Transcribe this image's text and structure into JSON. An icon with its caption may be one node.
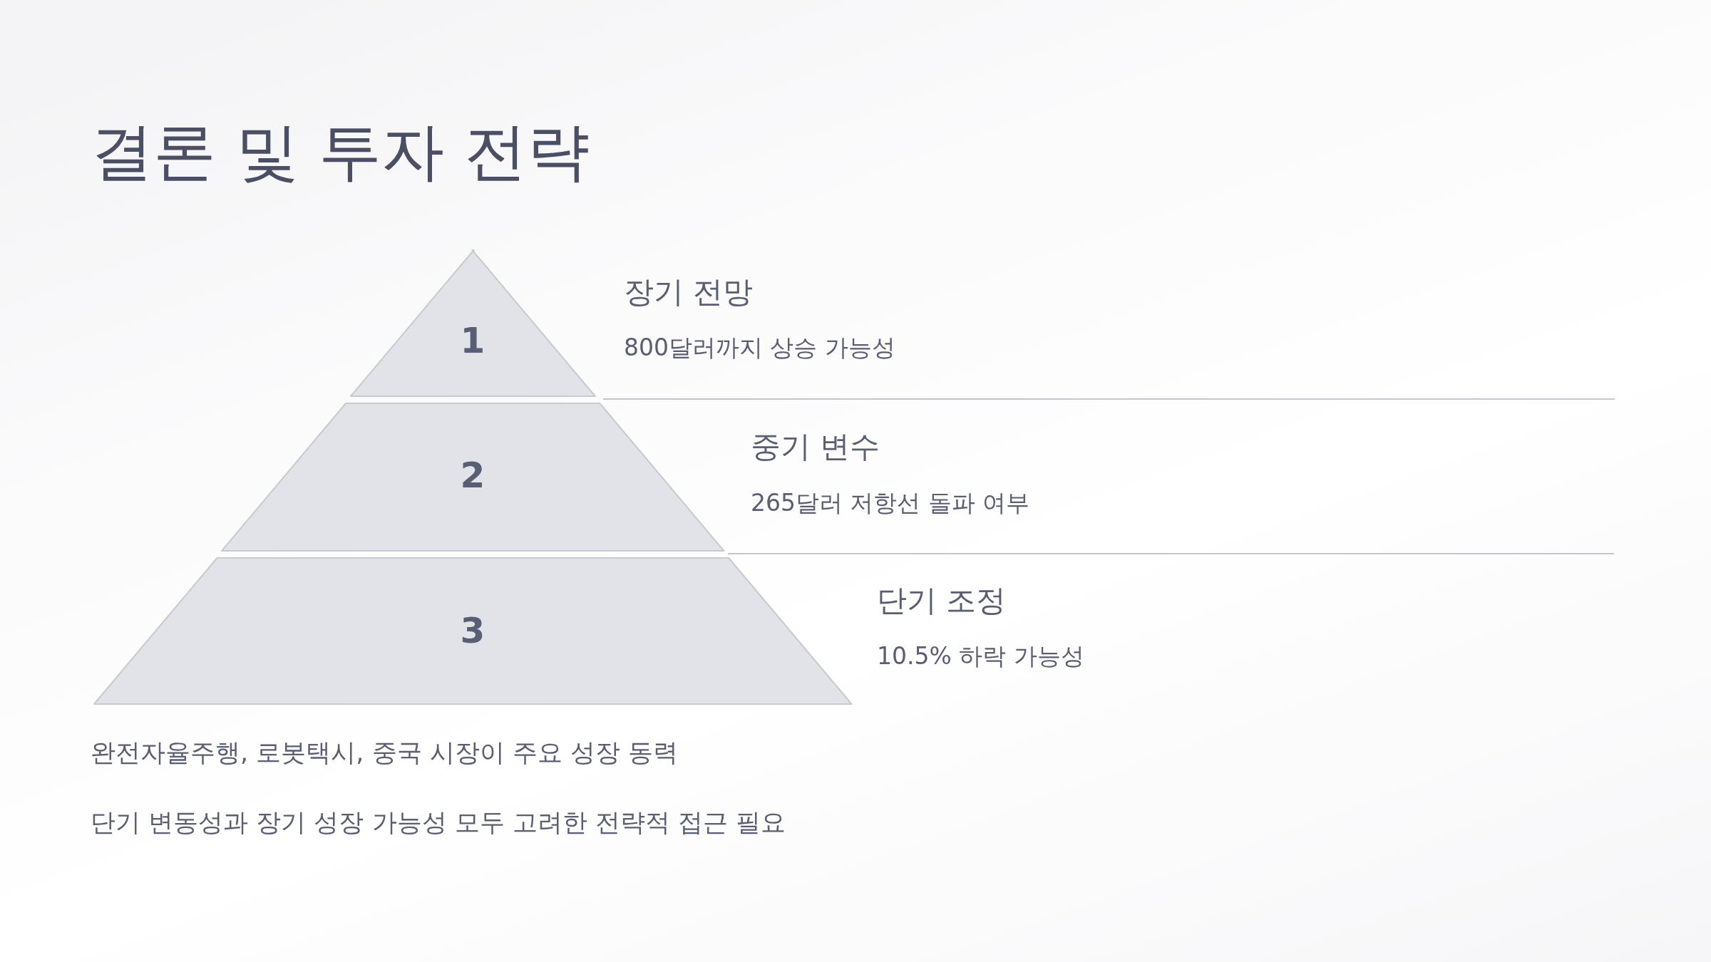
{
  "diagram": {
    "title": "결론 및 투자 전략",
    "nodes": [
      {
        "text": [
          "1"
        ],
        "beside": [
          "장기 전망",
          "800달러까지 상승 가능성"
        ]
      },
      {
        "text": [
          "2"
        ],
        "beside": [
          "중기 변수",
          "265달러 저항선 돌파 여부"
        ]
      },
      {
        "text": [
          "3"
        ],
        "beside": [
          "단기 조정",
          "10.5% 하락 가능성"
        ]
      }
    ],
    "labels": [
      "완전자율주행, 로봇택시, 중국 시장이 주요 성장 동력",
      "단기 변동성과 장기 성장 가능성 모두 고려한 전략적 접근 필요"
    ]
  }
}
